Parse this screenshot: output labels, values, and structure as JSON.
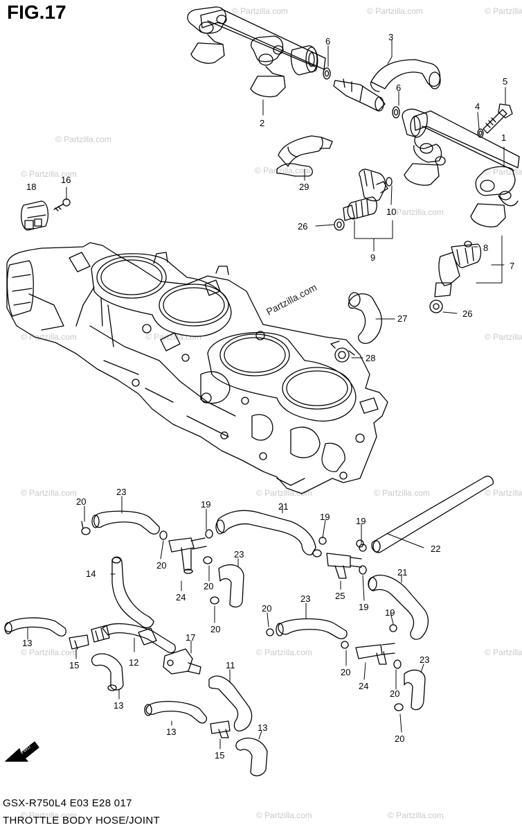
{
  "figure": {
    "title": "FIG.17",
    "model_code": "GSX-R750L4  E03  E28  017",
    "caption": "THROTTLE BODY HOSE/JOINT"
  },
  "watermark": {
    "text": "© Partzilla.com",
    "center_text": "Partzilla.com"
  },
  "fwd_label": "FWD",
  "callouts": {
    "c1": "1",
    "c2": "2",
    "c3": "3",
    "c4": "4",
    "c5": "5",
    "c6a": "6",
    "c6b": "6",
    "c7": "7",
    "c8": "8",
    "c9": "9",
    "c10": "10",
    "c11": "11",
    "c12": "12",
    "c13a": "13",
    "c13b": "13",
    "c13c": "13",
    "c13d": "13",
    "c14": "14",
    "c15a": "15",
    "c15b": "15",
    "c16": "16",
    "c17": "17",
    "c18": "18",
    "c19a": "19",
    "c19b": "19",
    "c19c": "19",
    "c19d": "19",
    "c19e": "19",
    "c20a": "20",
    "c20b": "20",
    "c20c": "20",
    "c20d": "20",
    "c20e": "20",
    "c20f": "20",
    "c20g": "20",
    "c20h": "20",
    "c21a": "21",
    "c21b": "21",
    "c22": "22",
    "c23a": "23",
    "c23b": "23",
    "c23c": "23",
    "c23d": "23",
    "c24a": "24",
    "c24b": "24",
    "c25": "25",
    "c26a": "26",
    "c26b": "26",
    "c27": "27",
    "c28": "28",
    "c29": "29"
  }
}
